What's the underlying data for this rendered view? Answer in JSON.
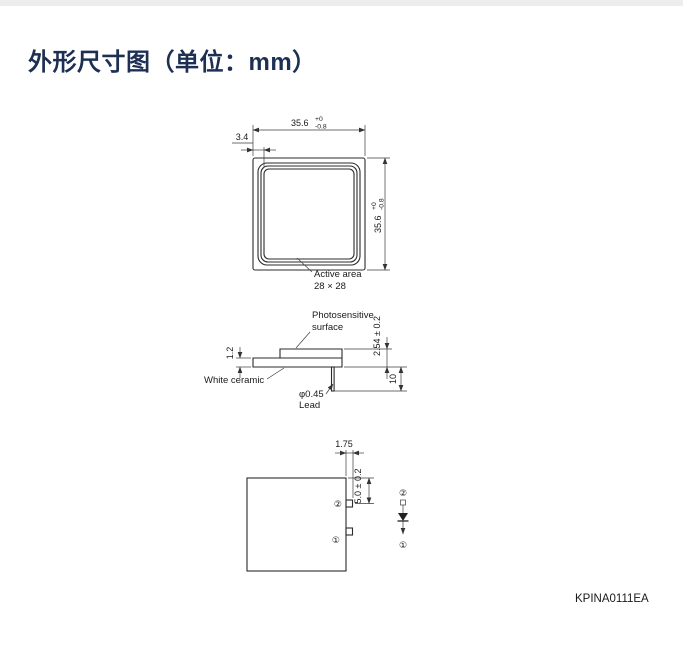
{
  "page": {
    "title": "外形尺寸图（单位：mm）",
    "title_color": "#1d3054",
    "doc_code": "KPINA0111EA"
  },
  "top_view": {
    "width_dim": "35.6",
    "width_tol_plus": "+0",
    "width_tol_minus": "-0.8",
    "height_dim": "35.6",
    "height_tol_plus": "+0",
    "height_tol_minus": "-0.8",
    "window_offset_dim": "3.4",
    "active_area_line1": "Active area",
    "active_area_line2": "28 × 28"
  },
  "side_view": {
    "photosensitive_line1": "Photosensitive",
    "photosensitive_line2": "surface",
    "white_ceramic": "White ceramic",
    "lead_dia": "φ0.45",
    "lead": "Lead",
    "edge_thickness_dim": "1.2",
    "height_dim": "2.54 ± 0.2",
    "lead_length_dim": "10"
  },
  "bottom_view": {
    "pin_offset_dim": "1.75",
    "pin_position_dim": "5.0 ± 0.2",
    "pin2_label": "②",
    "pin1_label": "①"
  },
  "symbol": {
    "top_label": "②",
    "bottom_label": "①"
  }
}
